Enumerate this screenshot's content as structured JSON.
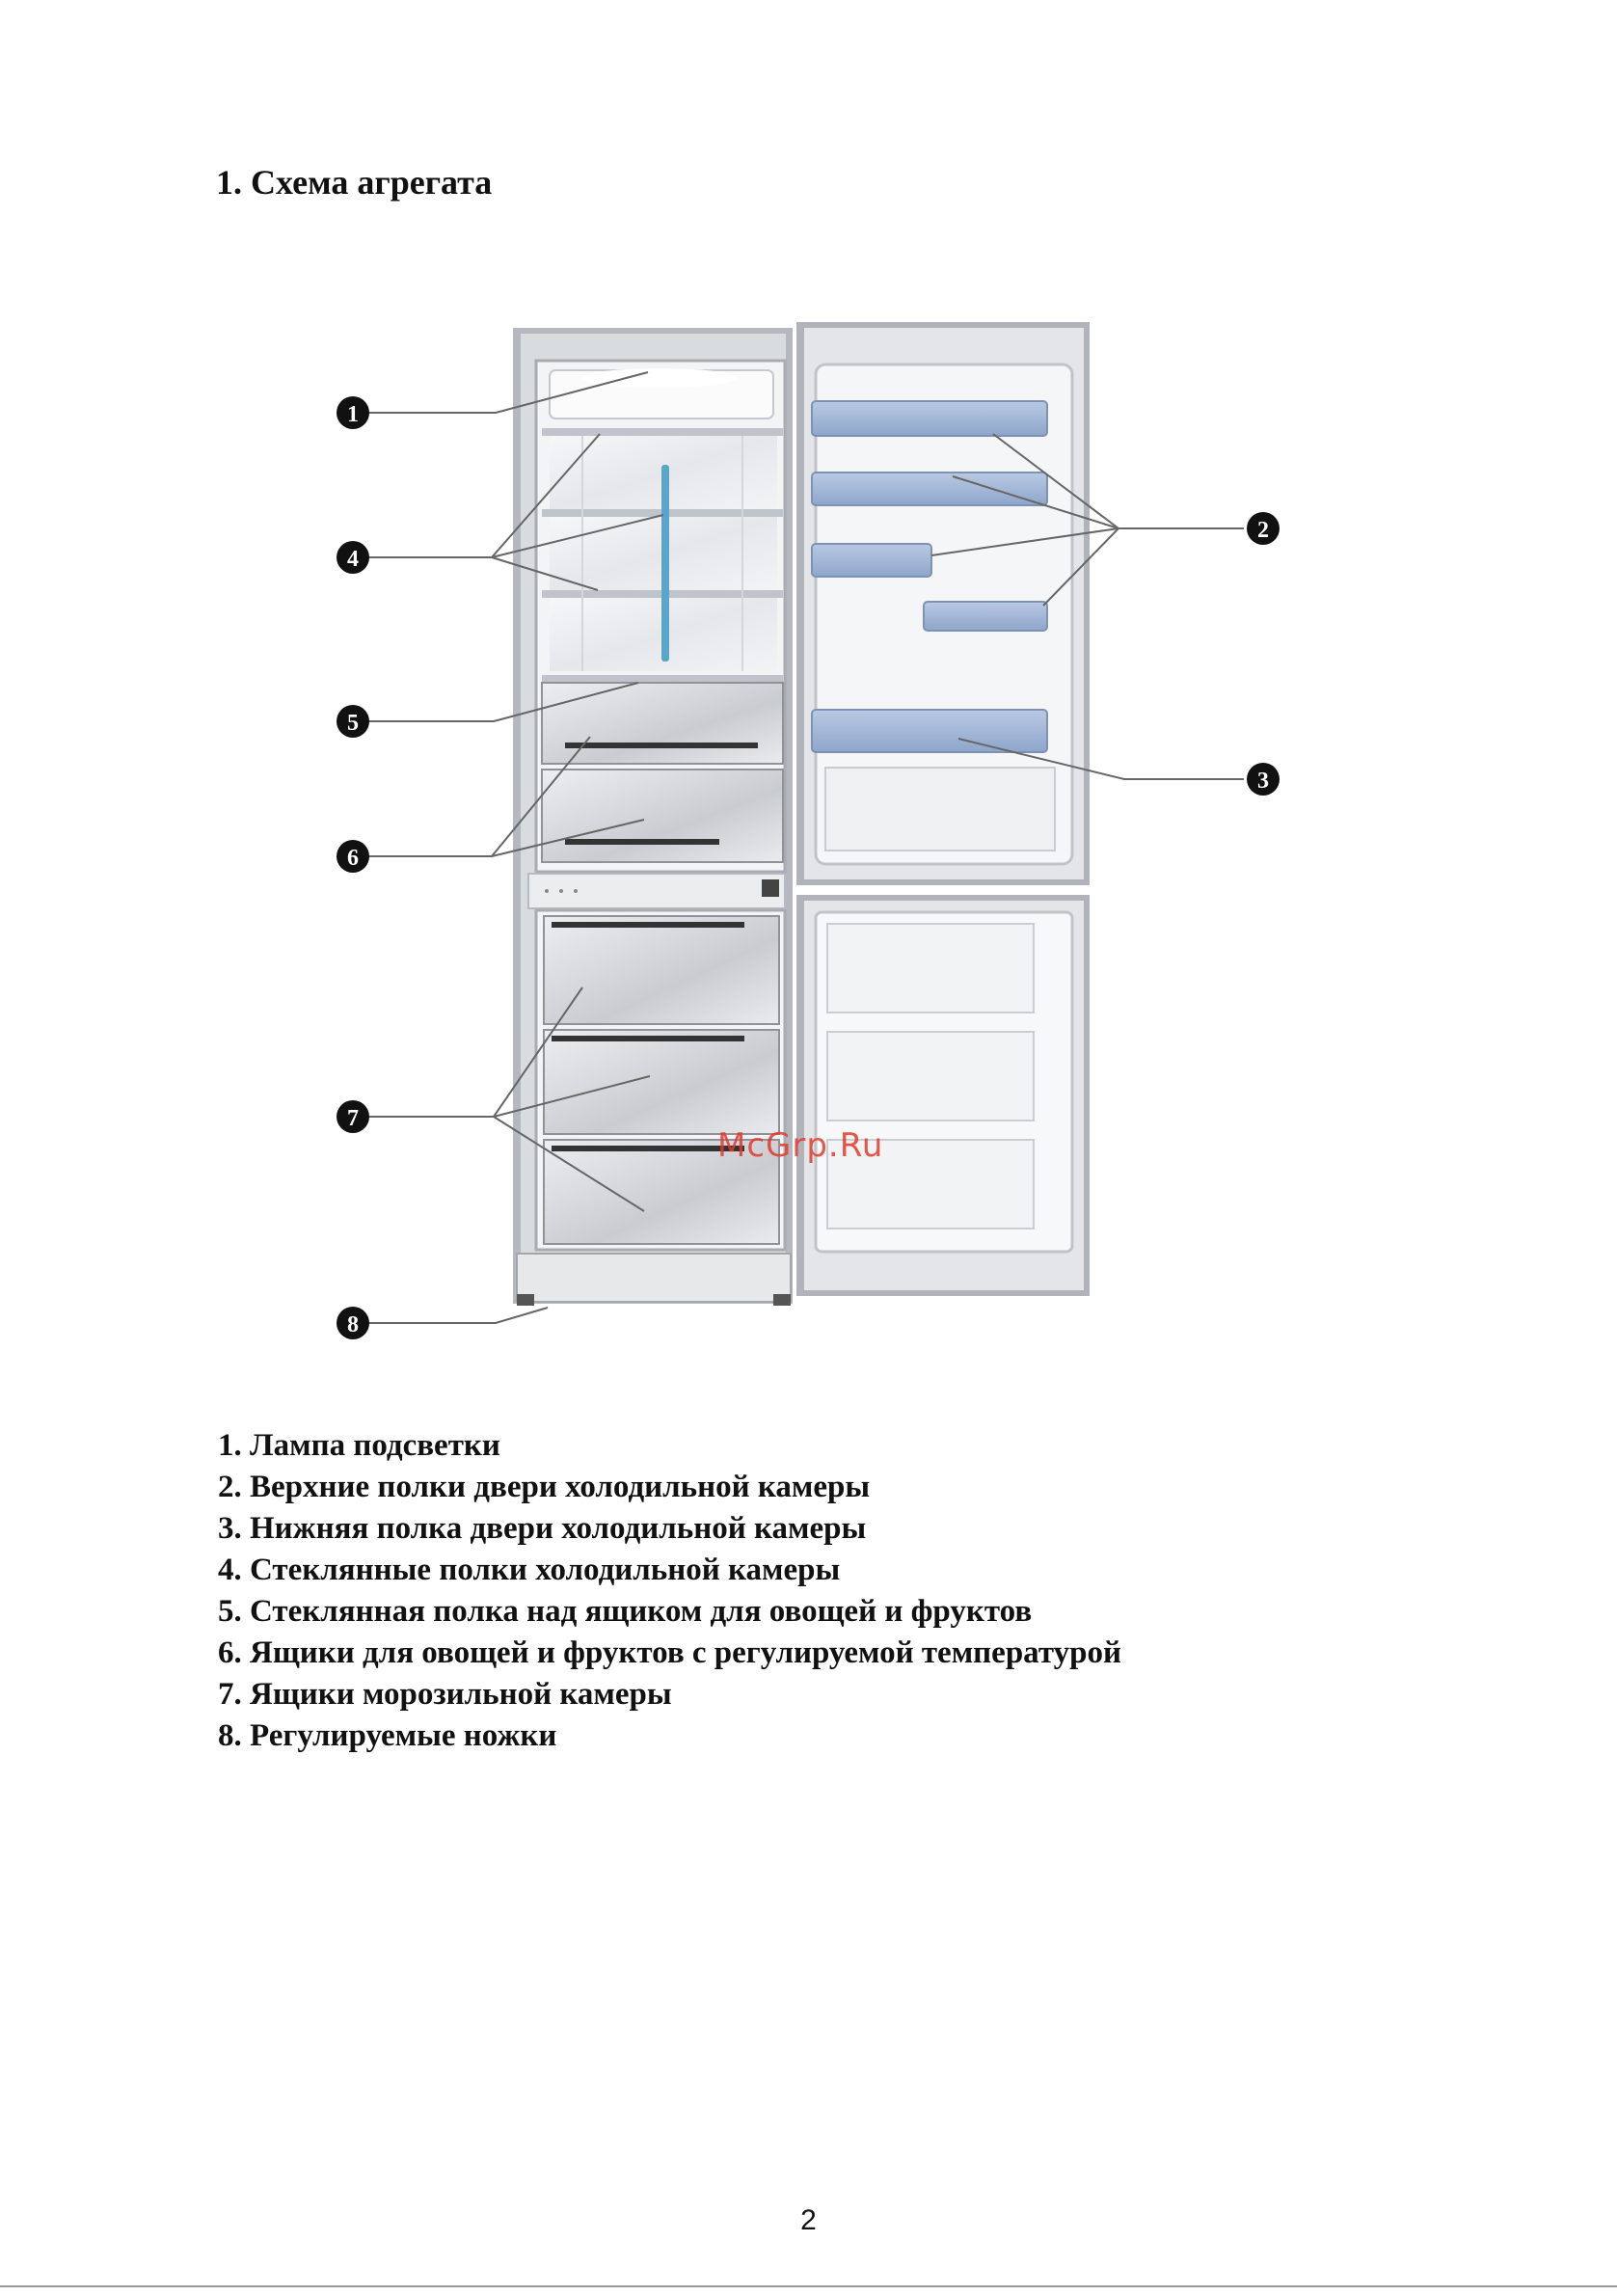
{
  "section_title": "1. Схема агрегата",
  "callouts": [
    "1",
    "2",
    "3",
    "4",
    "5",
    "6",
    "7",
    "8"
  ],
  "legend": [
    "1. Лампа подсветки",
    "2. Верхние полки двери холодильной камеры",
    "3. Нижняя полка двери холодильной камеры",
    "4. Стеклянные полки холодильной камеры",
    "5. Стеклянная полка над ящиком для овощей и фруктов",
    "6. Ящики для овощей и фруктов с регулируемой температурой",
    "7. Ящики морозильной камеры",
    "8. Регулируемые ножки"
  ],
  "watermark": "McGrp.Ru",
  "page_number": "2",
  "colors": {
    "text": "#111111",
    "cabinet": "#a9adb3",
    "interior": "#f4f5f7",
    "door_bin": "#8fa7cc",
    "shelf_glass": "#cfd4da",
    "drawer": "#d8dadd",
    "light_strip": "#5aa6c8",
    "watermark": "#e23b2a"
  }
}
